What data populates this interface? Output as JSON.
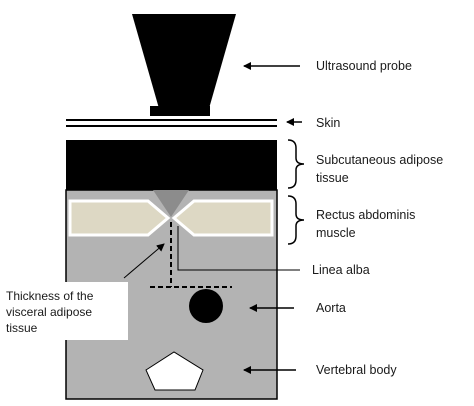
{
  "labels": {
    "ultrasound_probe": "Ultrasound probe",
    "skin": "Skin",
    "subcutaneous_line1": "Subcutaneous adipose",
    "subcutaneous_line2": "tissue",
    "rectus_line1": "Rectus abdominis",
    "rectus_line2": "muscle",
    "linea_alba": "Linea alba",
    "aorta": "Aorta",
    "vertebral_body": "Vertebral body",
    "thickness_line1": "Thickness of the",
    "thickness_line2": "visceral adipose",
    "thickness_line3": "tissue"
  },
  "colors": {
    "probe": "#000000",
    "subcutaneous": "#000000",
    "cavity": "#b3b3b3",
    "muscle": "#ddd8c4",
    "aorta": "#000000",
    "vertebra": "#ffffff",
    "outline": "#000000"
  }
}
